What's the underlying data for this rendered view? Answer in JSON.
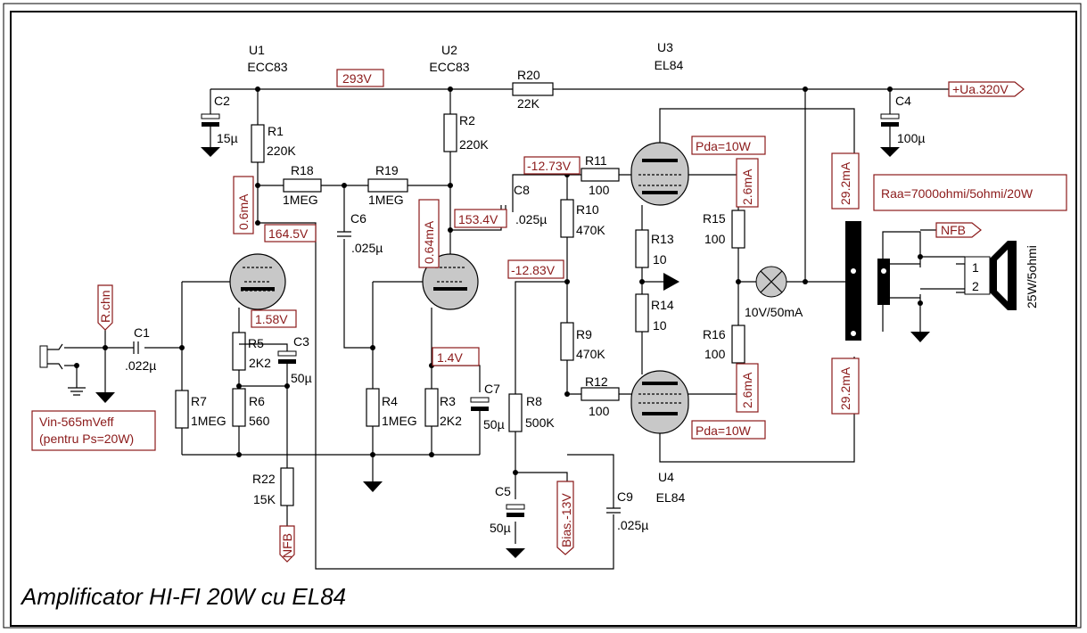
{
  "title": "Amplificator  HI-FI 20W cu EL84",
  "tubes": {
    "u1": {
      "ref": "U1",
      "type": "ECC83"
    },
    "u2": {
      "ref": "U2",
      "type": "ECC83"
    },
    "u3": {
      "ref": "U3",
      "type": "EL84"
    },
    "u4": {
      "ref": "U4",
      "type": "EL84"
    }
  },
  "components": {
    "r1": {
      "ref": "R1",
      "value": "220K"
    },
    "r2": {
      "ref": "R2",
      "value": "220K"
    },
    "r3": {
      "ref": "R3",
      "value": "2K2"
    },
    "r4": {
      "ref": "R4",
      "value": "1MEG"
    },
    "r5": {
      "ref": "R5",
      "value": "2K2"
    },
    "r6": {
      "ref": "R6",
      "value": "560"
    },
    "r7": {
      "ref": "R7",
      "value": "1MEG"
    },
    "r8": {
      "ref": "R8",
      "value": "500K"
    },
    "r9": {
      "ref": "R9",
      "value": "470K"
    },
    "r10": {
      "ref": "R10",
      "value": "470K"
    },
    "r11": {
      "ref": "R11",
      "value": "100"
    },
    "r12": {
      "ref": "R12",
      "value": "100"
    },
    "r13": {
      "ref": "R13",
      "value": "10"
    },
    "r14": {
      "ref": "R14",
      "value": "10"
    },
    "r15": {
      "ref": "R15",
      "value": "100"
    },
    "r16": {
      "ref": "R16",
      "value": "100"
    },
    "r18": {
      "ref": "R18",
      "value": "1MEG"
    },
    "r19": {
      "ref": "R19",
      "value": "1MEG"
    },
    "r20": {
      "ref": "R20",
      "value": "22K"
    },
    "r22": {
      "ref": "R22",
      "value": "15K"
    },
    "c1": {
      "ref": "C1",
      "value": ".022µ"
    },
    "c2": {
      "ref": "C2",
      "value": "15µ"
    },
    "c3": {
      "ref": "C3",
      "value": "50µ"
    },
    "c4": {
      "ref": "C4",
      "value": "100µ"
    },
    "c5": {
      "ref": "C5",
      "value": "50µ"
    },
    "c6": {
      "ref": "C6",
      "value": ".025µ"
    },
    "c7": {
      "ref": "C7",
      "value": "50µ"
    },
    "c8": {
      "ref": "C8",
      "value": ".025µ"
    },
    "c9": {
      "ref": "C9",
      "value": ".025µ"
    },
    "lamp": {
      "value": "10V/50mA"
    }
  },
  "annotations": {
    "v293": "293V",
    "v164": "164.5V",
    "v158": "1.58V",
    "v153": "153.4V",
    "v14": "1.4V",
    "v1273": "-12.73V",
    "v1283": "-12.83V",
    "i06": "0.6mA",
    "i064": "0.64mA",
    "i26a": "2.6mA",
    "i26b": "2.6mA",
    "i292a": "29.2mA",
    "i292b": "29.2mA",
    "pda_top": "Pda=10W",
    "pda_bot": "Pda=10W",
    "raa": "Raa=7000ohmi/5ohmi/20W",
    "vin_line1": "Vin-565mVeff",
    "vin_line2": "(pentru Ps=20W)"
  },
  "ports": {
    "ua": "+Ua.320V",
    "nfb_top": "NFB",
    "nfb_bottom": "NFB",
    "rchn": "R.chn",
    "bias": "Bias.-13V"
  },
  "speaker": {
    "rating": "25W/5ohmi",
    "pin1": "1",
    "pin2": "2"
  }
}
